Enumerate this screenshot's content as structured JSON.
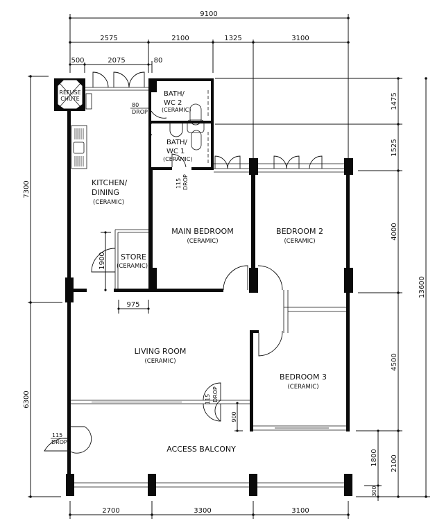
{
  "drawing": {
    "type": "floor-plan",
    "units": "mm",
    "colors": {
      "ink": "#111111",
      "wall": "#0a0a0a",
      "paper": "#ffffff"
    }
  },
  "dimensions": {
    "top_overall": "9100",
    "top_row2": [
      "2575",
      "2100",
      "1325",
      "3100"
    ],
    "top_row3": [
      "500",
      "2075",
      "80"
    ],
    "bottom": [
      "2700",
      "3300",
      "3100"
    ],
    "left": [
      "7300",
      "6300"
    ],
    "right_inner": [
      "1475",
      "1525",
      "4000",
      "4500",
      "2100"
    ],
    "right_outer": "13600",
    "right_balcony": [
      "1800",
      "300"
    ],
    "store_height": "1900",
    "store_width": "975",
    "bedroom3_offset": "900"
  },
  "rooms": {
    "refuse_chute": [
      "REFUSE",
      "CHUTE"
    ],
    "bath_wc2": {
      "line1": "BATH/",
      "line2": "WC  2",
      "floor": "(CERAMIC)"
    },
    "bath_wc1": {
      "line1": "BATH/",
      "line2": "WC  1",
      "floor": "(CERAMIC)"
    },
    "kitchen": {
      "line1": "KITCHEN/",
      "line2": "DINING",
      "floor": "(CERAMIC)"
    },
    "store": {
      "name": "STORE",
      "floor": "(CERAMIC)"
    },
    "main_bedroom": {
      "name": "MAIN  BEDROOM",
      "floor": "(CERAMIC)"
    },
    "bedroom2": {
      "name": "BEDROOM  2",
      "floor": "(CERAMIC)"
    },
    "bedroom3": {
      "name": "BEDROOM  3",
      "floor": "(CERAMIC)"
    },
    "living_room": {
      "name": "LIVING  ROOM",
      "floor": "(CERAMIC)"
    },
    "access_balcony": {
      "name": "ACCESS  BALCONY"
    }
  },
  "annotations": {
    "drop_80": {
      "value": "80",
      "label": "DROP"
    },
    "drop_115_bath": {
      "value": "115",
      "label": "DROP"
    },
    "drop_115_living": {
      "value": "115",
      "label": "DROP"
    },
    "drop_115_entry": {
      "value": "115",
      "label": "DROP"
    }
  }
}
